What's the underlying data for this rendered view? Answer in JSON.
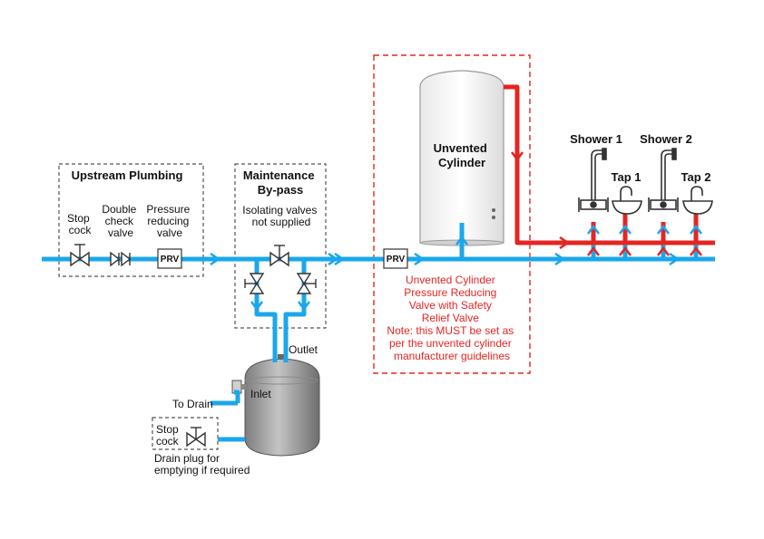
{
  "colors": {
    "cold_water": "#1aa7ec",
    "hot_water": "#e52521",
    "box_outline": "#555555",
    "unvented_zone_outline": "#e52521"
  },
  "upstream": {
    "title": "Upstream Plumbing",
    "stop_cock": [
      "Stop",
      "cock"
    ],
    "double_check": [
      "Double",
      "check",
      "valve"
    ],
    "prv_desc": [
      "Pressure",
      "reducing",
      "valve"
    ],
    "prv_badge": "PRV"
  },
  "bypass": {
    "title": [
      "Maintenance",
      "By-pass"
    ],
    "note": [
      "Isolating valves",
      "not supplied"
    ]
  },
  "vessel": {
    "outlet": "Outlet",
    "inlet": "Inlet",
    "to_drain": "To Drain",
    "stop_cock": [
      "Stop",
      "cock"
    ],
    "drain_plug": [
      "Drain plug for",
      "emptying if required"
    ]
  },
  "cylinder": {
    "title": [
      "Unvented",
      "Cylinder"
    ],
    "prv_badge": "PRV",
    "note": [
      "Unvented Cylinder",
      "Pressure Reducing",
      "Valve with Safety",
      "Relief Valve",
      "Note: this MUST be set as",
      "per the unvented cylinder",
      "manufacturer guidelines"
    ]
  },
  "outlets": {
    "shower1": "Shower 1",
    "tap1": "Tap 1",
    "shower2": "Shower 2",
    "tap2": "Tap 2"
  }
}
